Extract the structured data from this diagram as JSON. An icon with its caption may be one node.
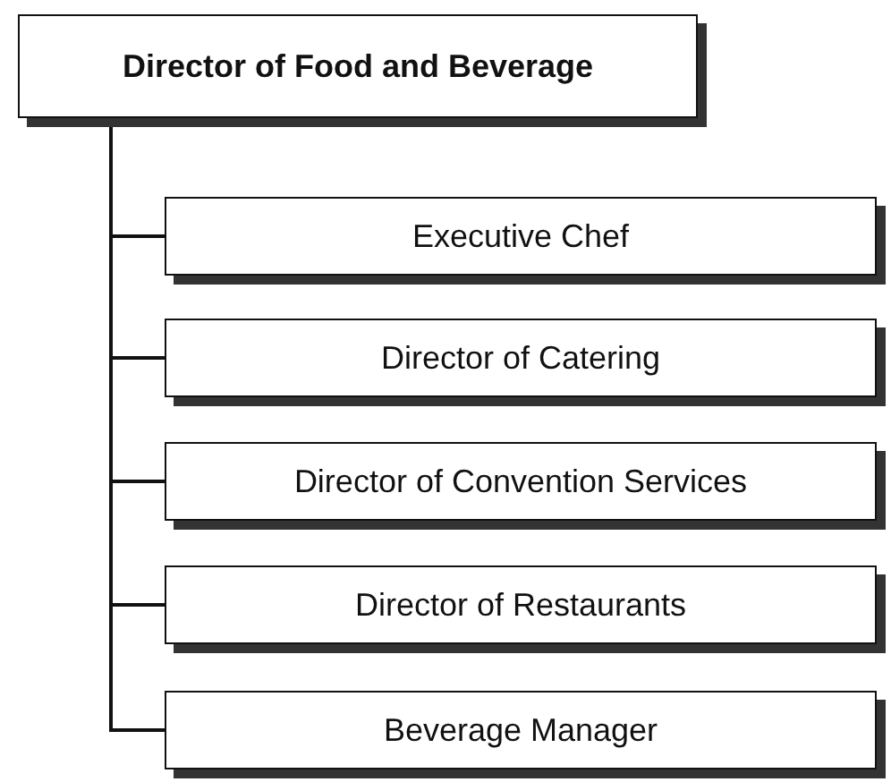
{
  "diagram": {
    "nodes": [
      {
        "text": [
          "Director of Food and Beverage"
        ]
      },
      {
        "text": [
          "Executive Chef"
        ]
      },
      {
        "text": [
          "Director of Catering"
        ]
      },
      {
        "text": [
          "Director of Convention Services"
        ]
      },
      {
        "text": [
          "Director of Restaurants"
        ]
      },
      {
        "text": [
          "Beverage Manager"
        ]
      }
    ],
    "edges": [
      {
        "from": 0,
        "to": 1,
        "arrow": "none"
      },
      {
        "from": 0,
        "to": 2,
        "arrow": "none"
      },
      {
        "from": 0,
        "to": 3,
        "arrow": "none"
      },
      {
        "from": 0,
        "to": 4,
        "arrow": "none"
      },
      {
        "from": 0,
        "to": 5,
        "arrow": "none"
      }
    ]
  }
}
